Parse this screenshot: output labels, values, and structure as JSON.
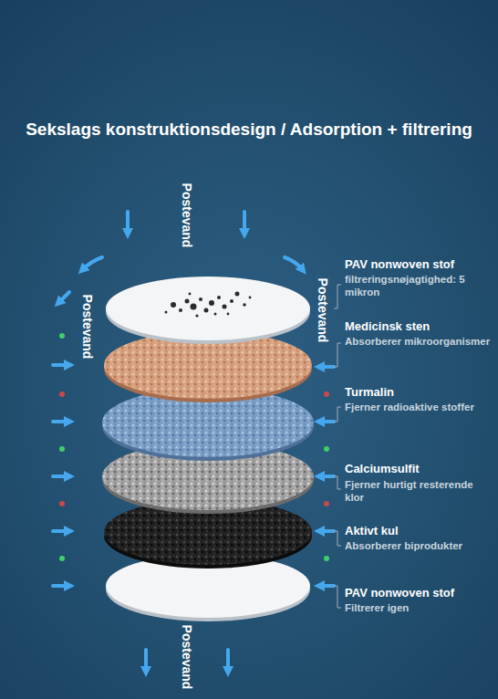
{
  "diagram": {
    "title": "Sekslags konstruktionsdesign / Adsorption + filtrering",
    "labels": [
      "Postevand",
      "Postevand",
      "Postevand",
      "PAV nonwoven stof",
      "filtreringsnøjagtighed: 5 mikron",
      "Medicinsk sten",
      "Absorberer mikroorganismer",
      "Turmalin",
      "Fjerner radioaktive stoffer",
      "Calciumsulfit",
      "Fjerner hurtigt resterende klor",
      "Aktivt kul",
      "Absorberer biprodukter",
      "PAV nonwoven stof",
      "Filtrerer igen",
      "Postevand"
    ]
  }
}
